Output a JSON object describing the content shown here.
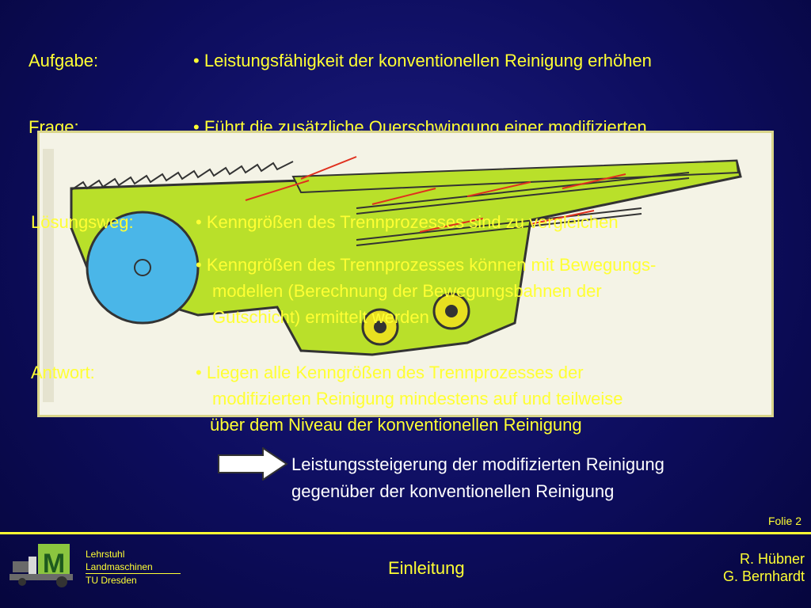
{
  "labels": {
    "aufgabe": "Aufgabe:",
    "frage": "Frage:",
    "loesungsweg": "Lösungsweg:",
    "antwort": "Antwort:"
  },
  "bullet": "•",
  "aufgabe_text": "Leistungsfähigkeit der konventionellen Reinigung erhöhen",
  "frage_text": "Führt die zusätzliche Querschwingung einer modifizierten",
  "loesungsweg_items": [
    "Kenngrößen des Trennprozesses sind zu vergleichen",
    "Kenngrößen des Trennprozesses können mit Bewegungs-",
    "modellen (Berechnung der Bewegungsbahnen der",
    "Gutschicht) ermittelt werden"
  ],
  "antwort_lines": [
    "Liegen alle Kenngrößen des Trennprozesses der",
    "modifizierten Reinigung mindestens auf und teilweise",
    "über dem Niveau der konventionellen Reinigung"
  ],
  "result": {
    "line1": "Leistungssteigerung der modifizierten Reinigung",
    "line2": "gegenüber der konventionellen Reinigung"
  },
  "slide_number": "Folie 2",
  "footer": {
    "title": "Einleitung",
    "author1": "R. Hübner",
    "author2": "G. Bernhardt",
    "chair_line1": "Lehrstuhl",
    "chair_line2": "Landmaschinen",
    "chair_line3": "TU Dresden"
  },
  "colors": {
    "accent": "#ffff33",
    "machine_green": "#b9e02a",
    "drum_blue": "#4ab6e8",
    "arrow_red": "#e0301e"
  },
  "icons": {
    "result_arrow": "right-arrow-icon",
    "logo": "lm-logo-icon"
  }
}
